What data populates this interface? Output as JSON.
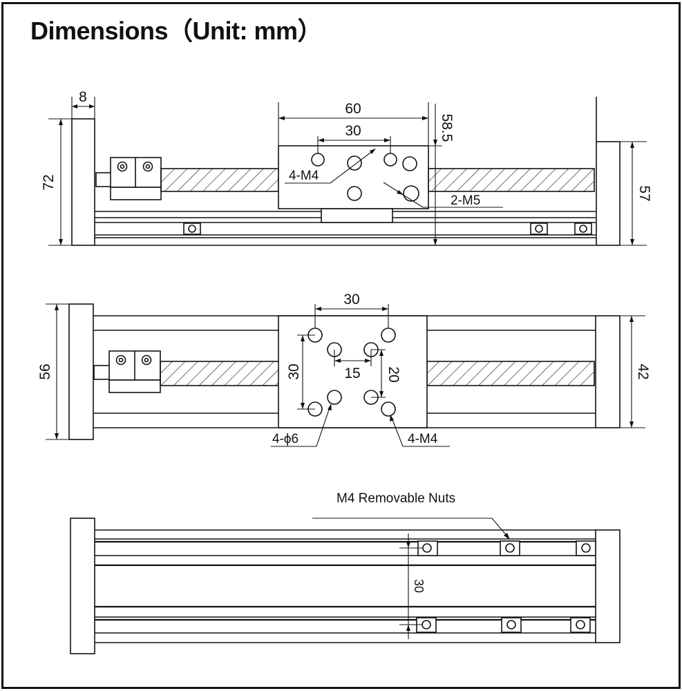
{
  "title": "Dimensions（Unit: mm）",
  "colors": {
    "line": "#111111",
    "background": "#ffffff"
  },
  "top_view": {
    "dim_8": "8",
    "dim_72": "72",
    "dim_60": "60",
    "dim_30": "30",
    "dim_58_5": "58.5",
    "dim_57": "57",
    "label_m4": "4-M4",
    "label_m5": "2-M5"
  },
  "middle_view": {
    "dim_30_top": "30",
    "dim_56": "56",
    "dim_42": "42",
    "dim_30_side": "30",
    "dim_15": "15",
    "dim_20": "20",
    "label_phi6": "4-ϕ6",
    "label_m4": "4-M4"
  },
  "bottom_view": {
    "label_nuts": "M4 Removable Nuts",
    "dim_30": "30"
  }
}
